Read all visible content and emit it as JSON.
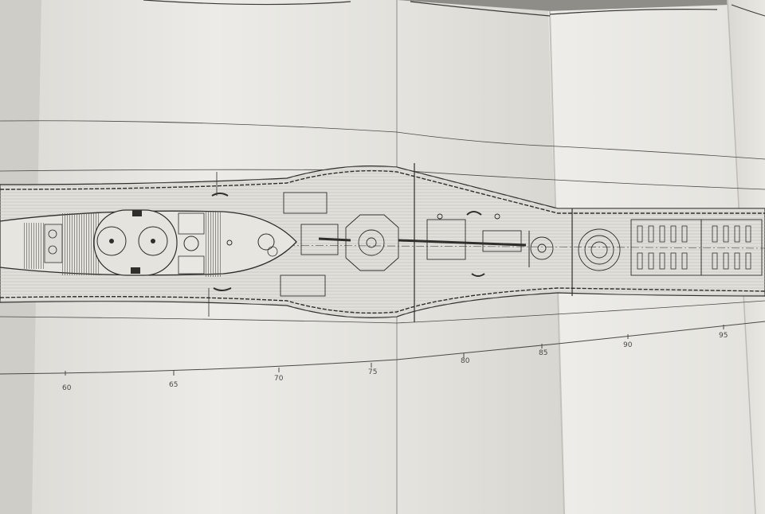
{
  "photo": {
    "subject": "folded ship deck plan drawing",
    "paper_color": "#e9e8e4",
    "line_color": "#3a3936"
  },
  "scale": {
    "ticks": [
      "60",
      "65",
      "70",
      "75",
      "80",
      "85",
      "90",
      "95"
    ]
  }
}
